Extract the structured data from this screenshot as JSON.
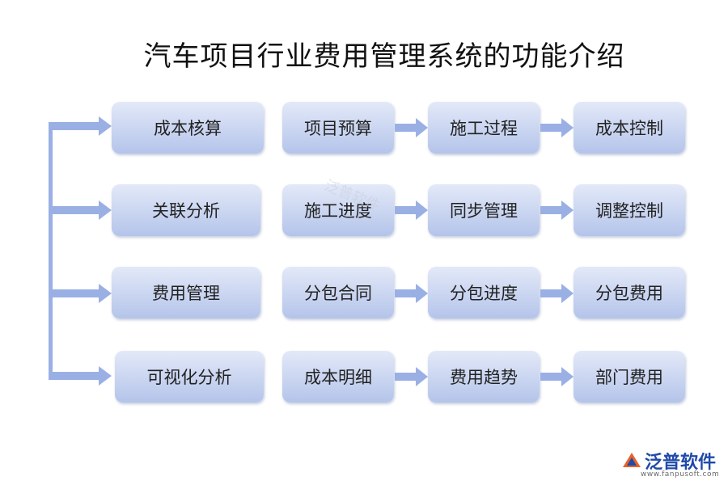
{
  "title": "汽车项目行业费用管理系统的功能介绍",
  "rows": [
    {
      "head": "成本核算",
      "chain": [
        "项目预算",
        "施工过程",
        "成本控制"
      ]
    },
    {
      "head": "关联分析",
      "chain": [
        "施工进度",
        "同步管理",
        "调整控制"
      ]
    },
    {
      "head": "费用管理",
      "chain": [
        "分包合同",
        "分包进度",
        "分包费用"
      ]
    },
    {
      "head": "可视化分析",
      "chain": [
        "成本明细",
        "费用趋势",
        "部门费用"
      ]
    }
  ],
  "watermark": "泛普软件",
  "logo": {
    "name": "泛普软件",
    "url": "www.fanpusoft.com"
  },
  "colors": {
    "node_top": "#e3e9f8",
    "node_bottom": "#b4c4ea",
    "arrow": "#9ab0e4"
  }
}
